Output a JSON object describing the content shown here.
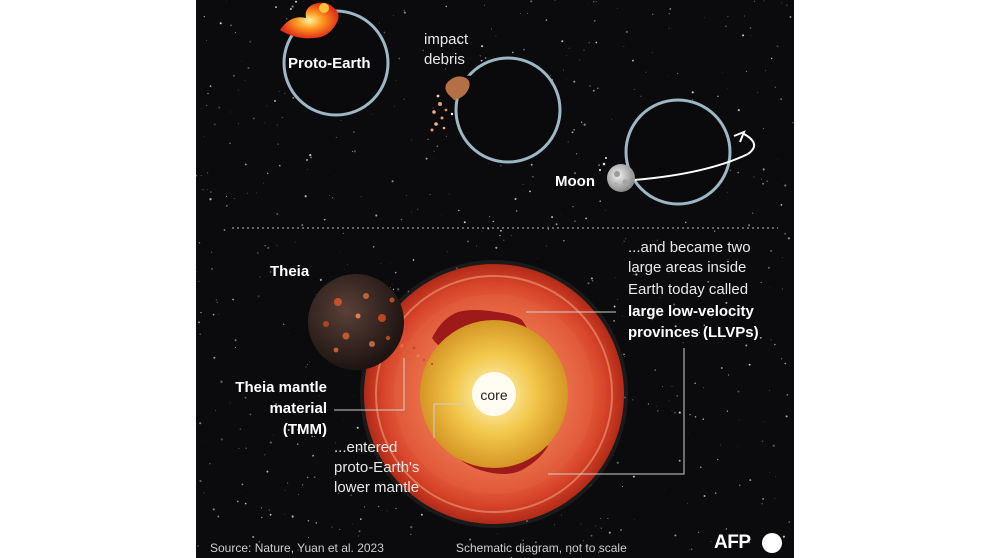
{
  "labels": {
    "proto_earth": "Proto-Earth",
    "impact_debris_1": "impact",
    "impact_debris_2": "debris",
    "moon": "Moon",
    "theia": "Theia",
    "tmm_1": "Theia mantle",
    "tmm_2": "material",
    "tmm_3": "(TMM)",
    "entered_1": "...entered",
    "entered_2": "proto-Earth's",
    "entered_3": "lower mantle",
    "became_1": "...and became two",
    "became_2": "large areas inside",
    "became_3": "Earth today called",
    "llvp_1": "large low-velocity",
    "llvp_2": "provinces (LLVPs)",
    "core": "core"
  },
  "footer": {
    "source": "Source: Nature, Yuan et al. 2023",
    "note": "Schematic diagram, not to scale",
    "brand": "AFP"
  },
  "colors": {
    "background": "#0b0b0d",
    "ring": "#9db8c4",
    "mantle_outer": "#c93a22",
    "mantle_inner": "#e8674a",
    "llvp": "#9e1a1a",
    "outer_core": "#d8a12a",
    "inner_core": "#fffdf2",
    "theia": "#3a2a26",
    "leader": "#cfcfcf"
  }
}
